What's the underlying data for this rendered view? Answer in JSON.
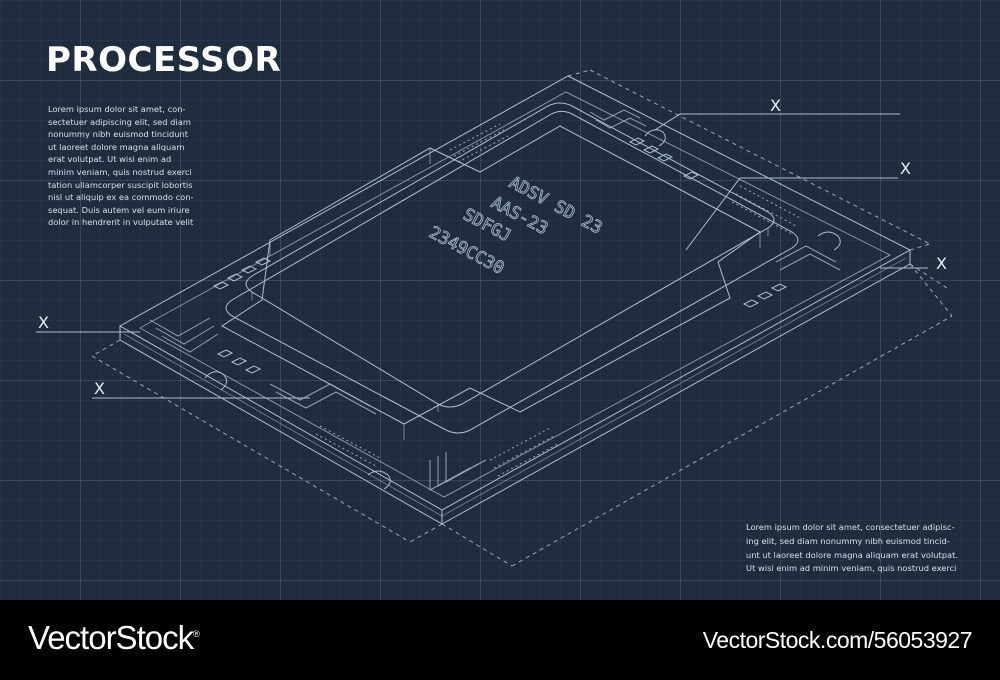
{
  "title": "PROCESSOR",
  "description_top": "Lorem ipsum dolor sit amet, con-\nsectetuer adipiscing elit, sed diam\nnonummy nibh euismod tincidunt\nut laoreet dolore magna aliquam\nerat volutpat. Ut wisi enim ad\nminim veniam, quis nostrud exerci\ntation ullamcorper suscipit lobortis\nnisl ut aliquip ex ea commodo con-\nsequat. Duis autem vel eum iriure\ndolor in hendrerit in vulputate velit",
  "description_bottom": "Lorem ipsum dolor sit amet, consectetuer adipisc-\ning elit, sed diam nonummy nibh euismod tincid-\nunt ut laoreet dolore magna aliquam erat volutpat.\nUt wisi enim ad minim veniam, quis nostrud exerci",
  "chip_label": {
    "line1": "ADSV SD 23",
    "line2": "AAS-23",
    "line3": "SDFGJ",
    "line4": "2349CC30"
  },
  "markers": [
    "X",
    "X",
    "X",
    "X",
    "X"
  ],
  "footer": {
    "brand": "VectorStock",
    "reg_mark": "®",
    "stock_id": "VectorStock.com/56053927"
  },
  "colors": {
    "background": "#1f2c3d",
    "line": "#aebfd2",
    "text": "#ffffff",
    "footer": "#000000"
  }
}
